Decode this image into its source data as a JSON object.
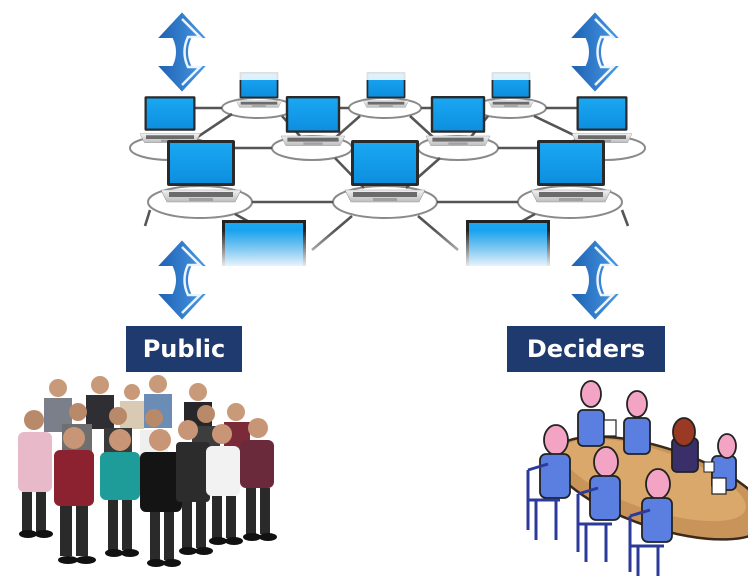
{
  "labels": {
    "public": "Public",
    "deciders": "Deciders"
  },
  "colors": {
    "label_bg": "#1f3a6e",
    "label_text": "#ffffff",
    "arrow_blue": "#2b73c4",
    "screen_blue": "#1aa3ef",
    "table_wood": "#c9945a",
    "chair_blue": "#3b4fb5",
    "person_pink": "#f3a3c4"
  },
  "icons": {
    "arrow": "bidirectional-vertical-arrow-icon",
    "laptop": "laptop-icon",
    "people": "crowd-photo",
    "meeting": "meeting-table-clipart"
  }
}
